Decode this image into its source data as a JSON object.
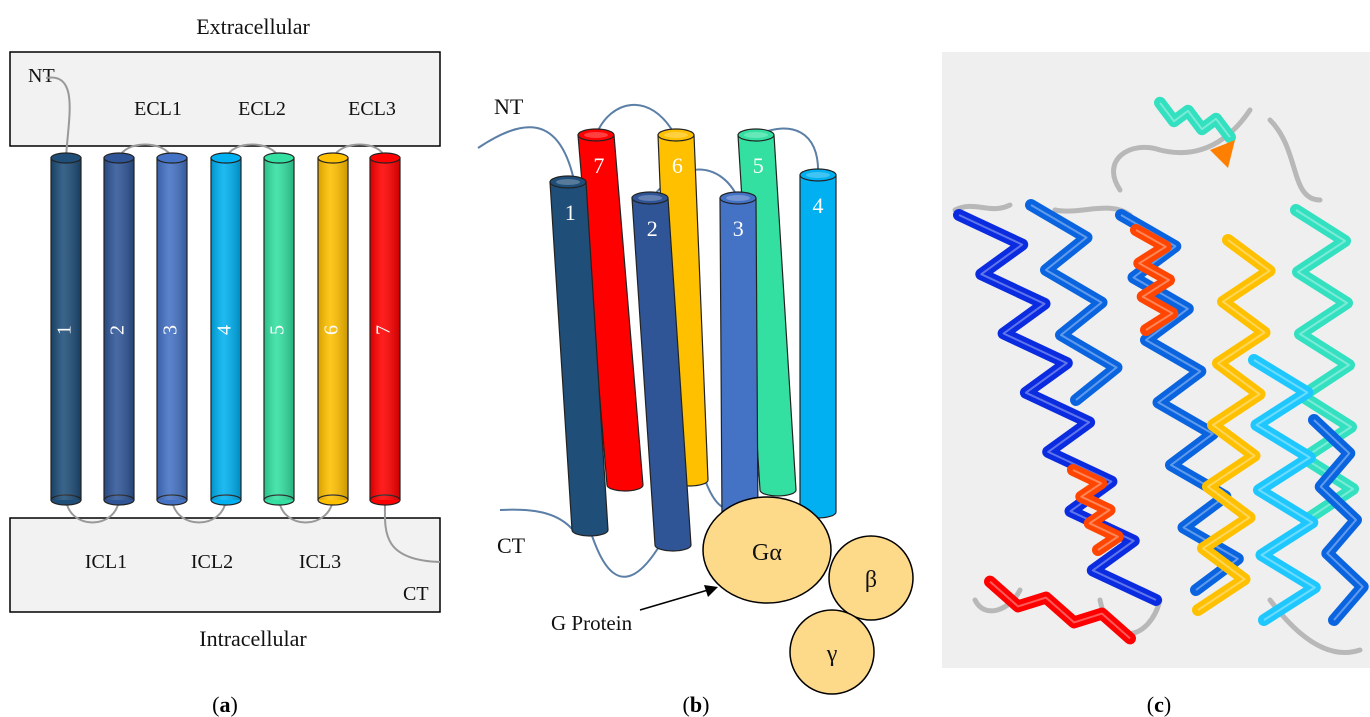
{
  "panel_a": {
    "extracellular": "Extracellular",
    "intracellular": "Intracellular",
    "nt": "NT",
    "ct": "CT",
    "ecl": [
      "ECL1",
      "ECL2",
      "ECL3"
    ],
    "icl": [
      "ICL1",
      "ICL2",
      "ICL3"
    ],
    "helices": [
      {
        "label": "1",
        "color": "#1f4e79"
      },
      {
        "label": "2",
        "color": "#2f5597"
      },
      {
        "label": "3",
        "color": "#4472c4"
      },
      {
        "label": "4",
        "color": "#00b0f0"
      },
      {
        "label": "5",
        "color": "#33e0a1"
      },
      {
        "label": "6",
        "color": "#ffc000"
      },
      {
        "label": "7",
        "color": "#ff0000"
      }
    ]
  },
  "panel_b": {
    "nt": "NT",
    "ct": "CT",
    "g_protein": "G Protein",
    "subunits": {
      "alpha": "Gα",
      "beta": "β",
      "gamma": "γ"
    },
    "subunit_color": "#fdd98a"
  },
  "panel_c": {
    "description_colors": [
      "#0a2be0",
      "#0a64e0",
      "#ff4500",
      "#ffc000",
      "#1ec8ff",
      "#33e0c0",
      "#ff0000"
    ]
  },
  "captions": {
    "a": "a",
    "b": "b",
    "c": "c"
  }
}
